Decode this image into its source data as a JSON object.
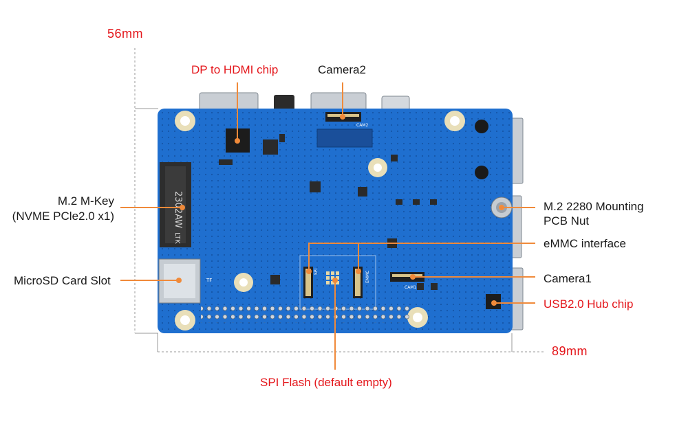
{
  "dimensions": {
    "width_label": "89mm",
    "height_label": "56mm"
  },
  "labels": {
    "dp_hdmi": "DP to HDMI chip",
    "camera2": "Camera2",
    "m2_mkey_line1": "M.2 M-Key",
    "m2_mkey_line2": "(NVME PCle2.0 x1)",
    "microsd": "MicroSD Card Slot",
    "spi_flash": "SPI Flash (default empty)",
    "m2_nut_line1": "M.2 2280 Mounting",
    "m2_nut_line2": "PCB Nut",
    "emmc": "eMMC interface",
    "camera1": "Camera1",
    "usb_hub": "USB2.0 Hub chip"
  },
  "silkscreen": {
    "m2_code": "2302AW",
    "m2_brand": "LTK",
    "cam1": "CAM1",
    "cam2": "CAM2",
    "emmc": "EMMC",
    "spi": "SPI",
    "tf": "TF"
  },
  "colors": {
    "board": "#1f6fcf",
    "label_red": "#e4161b",
    "leader": "#f08a3a",
    "pad_gold": "#e8d9a6"
  }
}
